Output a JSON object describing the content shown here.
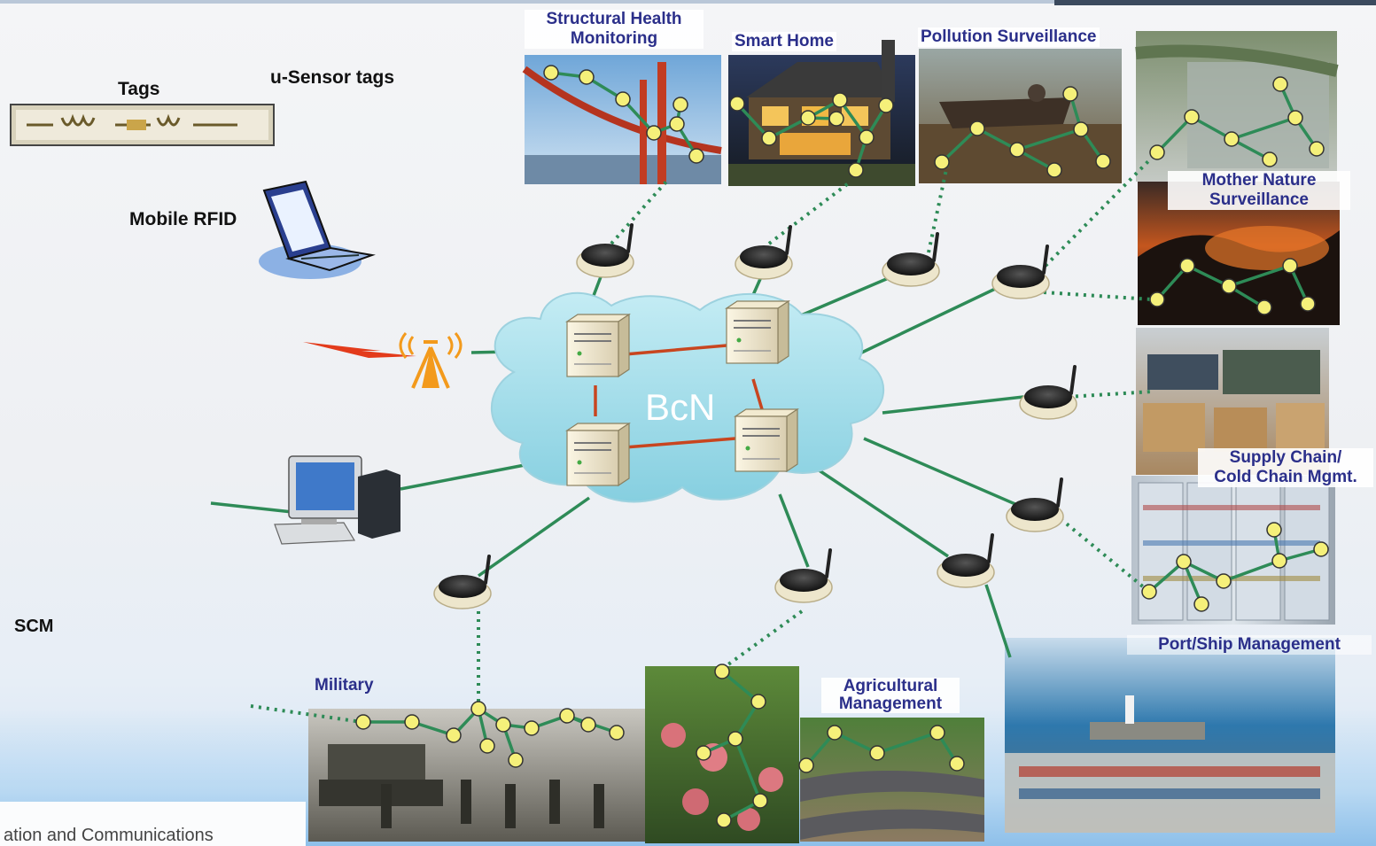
{
  "labels": {
    "tags": "Tags",
    "u_sensor_tags": "u-Sensor tags",
    "mobile_rfid": "Mobile RFID",
    "scm": "SCM",
    "bcn": "BcN",
    "structural_health_line1": "Structural Health",
    "structural_health_line2": "Monitoring",
    "smart_home": "Smart Home",
    "pollution_surveillance": "Pollution Surveillance",
    "mother_nature_line1": "Mother Nature",
    "mother_nature_line2": "Surveillance",
    "supply_chain_line1": "Supply Chain/",
    "supply_chain_line2": "Cold Chain Mgmt.",
    "port_ship": "Port/Ship Management",
    "military": "Military",
    "agricultural_line1": "Agricultural",
    "agricultural_line2": "Management",
    "footer": "ation and Communications"
  },
  "colors": {
    "label_blue": "#2b2f8a",
    "link_green": "#2e8b57",
    "server_link_red": "#c8451f",
    "cloud": "#9fd8e6",
    "sensor_node": "#f5f07a",
    "antenna_orange": "#f39a1c"
  },
  "icons": [
    "rfid-tag-icon",
    "laptop-icon",
    "antenna-tower-icon",
    "desktop-computer-icon",
    "server-icon",
    "sensor-gateway-icon",
    "sensor-node-icon"
  ]
}
